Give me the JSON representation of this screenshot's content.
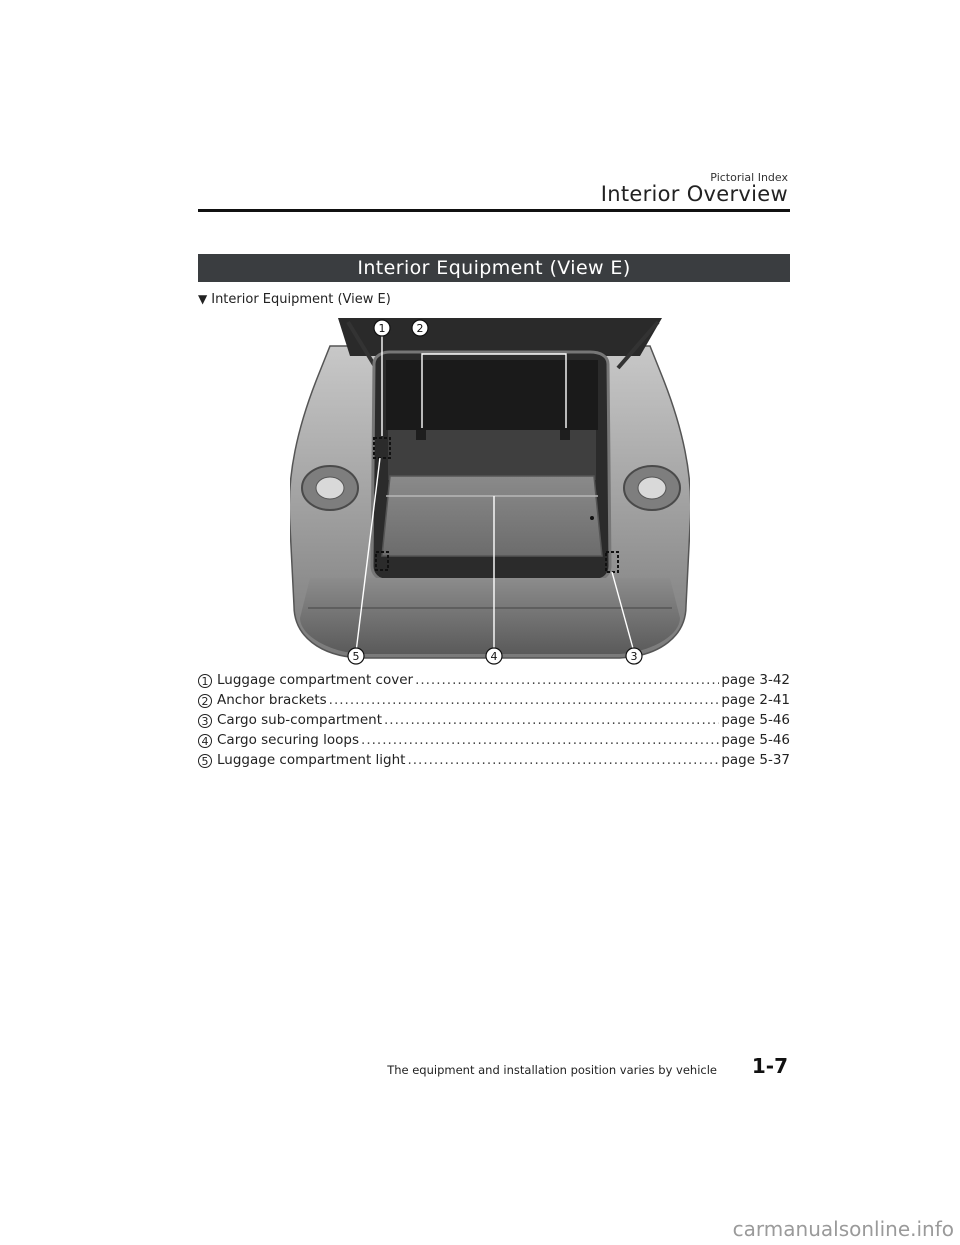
{
  "header": {
    "section": "Pictorial Index",
    "title": "Interior Overview"
  },
  "section_bar": "Interior Equipment (View E)",
  "subhead": {
    "marker": "▼",
    "text": "Interior Equipment (View E)"
  },
  "figure": {
    "callouts": [
      "1",
      "2",
      "3",
      "4",
      "5"
    ]
  },
  "items": [
    {
      "num": "1",
      "label": "Luggage compartment cover",
      "page": "page 3-42"
    },
    {
      "num": "2",
      "label": "Anchor brackets",
      "page": "page 2-41"
    },
    {
      "num": "3",
      "label": "Cargo sub-compartment",
      "page": "page 5-46"
    },
    {
      "num": "4",
      "label": "Cargo securing loops",
      "page": "page 5-46"
    },
    {
      "num": "5",
      "label": "Luggage compartment light",
      "page": "page 5-37"
    }
  ],
  "footer": {
    "note": "The equipment and installation position varies by vehicle",
    "page_number": "1-7"
  },
  "watermark": "carmanualsonline.info"
}
